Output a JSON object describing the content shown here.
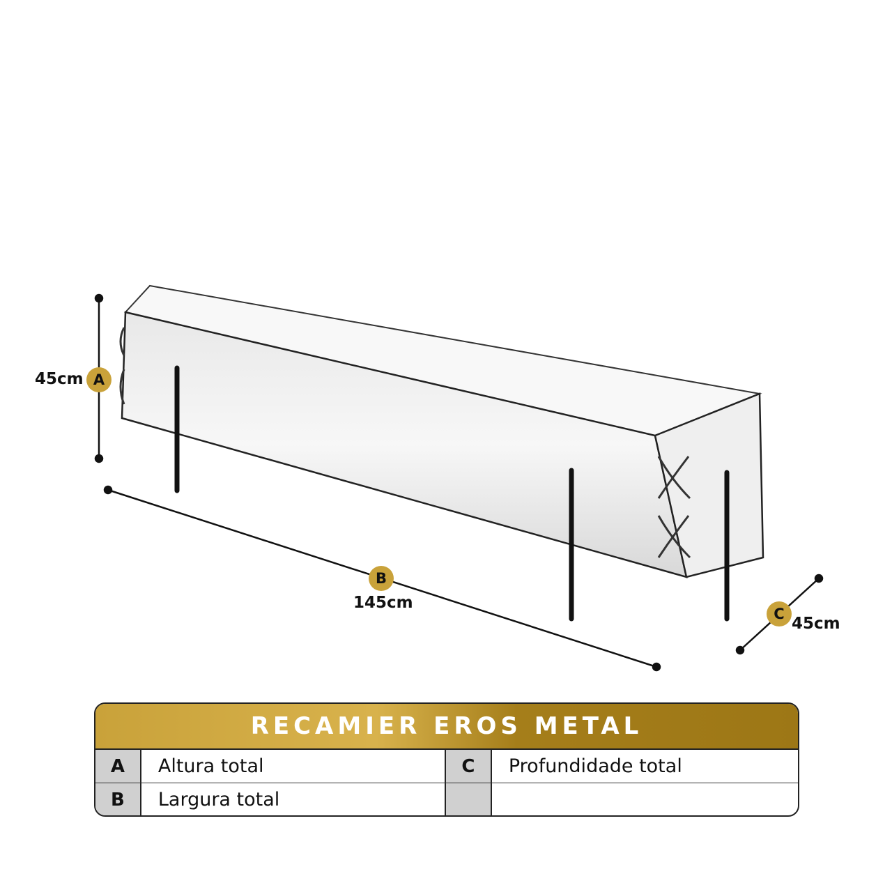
{
  "dimensions": {
    "A": {
      "letter": "A",
      "value": "45cm"
    },
    "B": {
      "letter": "B",
      "value": "145cm"
    },
    "C": {
      "letter": "C",
      "value": "45cm"
    }
  },
  "table": {
    "title": "RECAMIER EROS METAL",
    "rows": [
      {
        "k1": "A",
        "v1": "Altura total",
        "k2": "C",
        "v2": "Profundidade total"
      },
      {
        "k1": "B",
        "v1": "Largura total",
        "k2": "",
        "v2": ""
      }
    ]
  },
  "colors": {
    "gold": "#c9a23a",
    "key_bg": "#d0d0d0"
  }
}
